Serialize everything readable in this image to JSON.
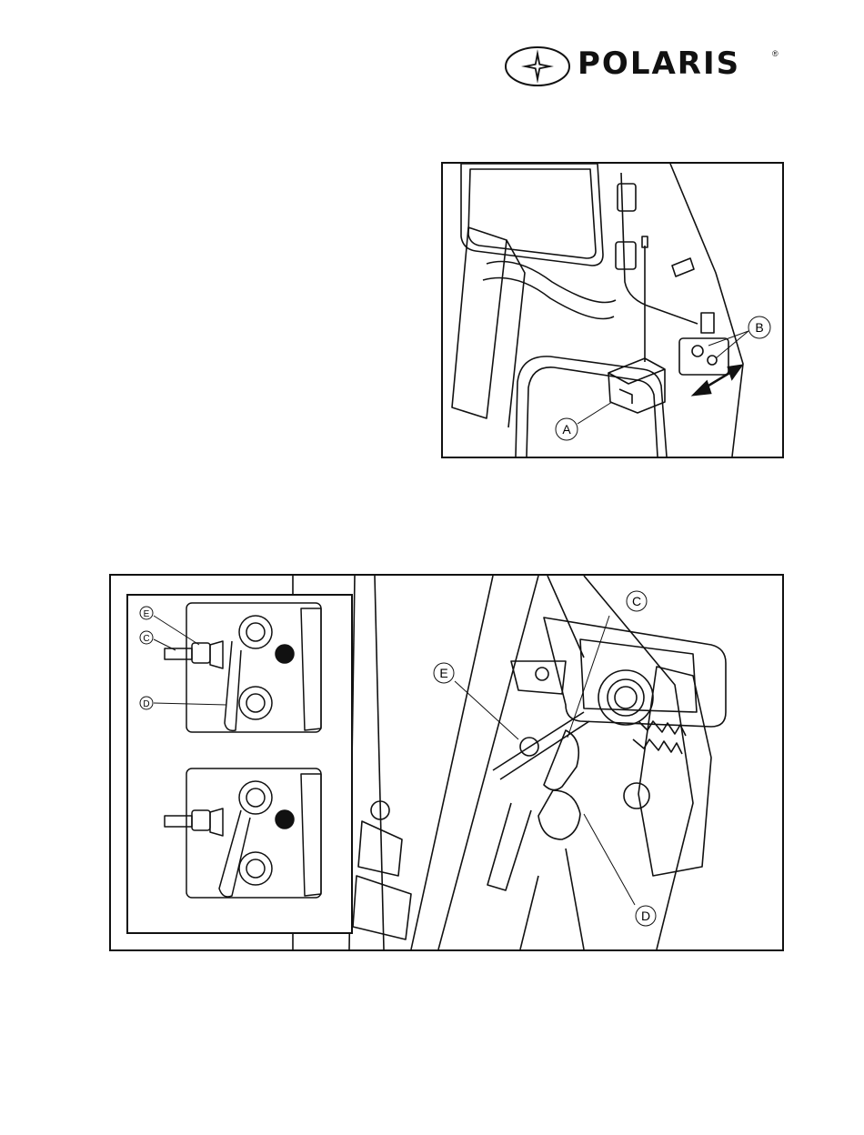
{
  "brand": {
    "name": "POLARIS",
    "registered_mark": "®"
  },
  "figure_1": {
    "callouts": [
      "A",
      "B"
    ]
  },
  "figure_2": {
    "callouts": [
      "C",
      "E",
      "D"
    ],
    "inset_callouts": [
      "E",
      "C",
      "D"
    ]
  }
}
